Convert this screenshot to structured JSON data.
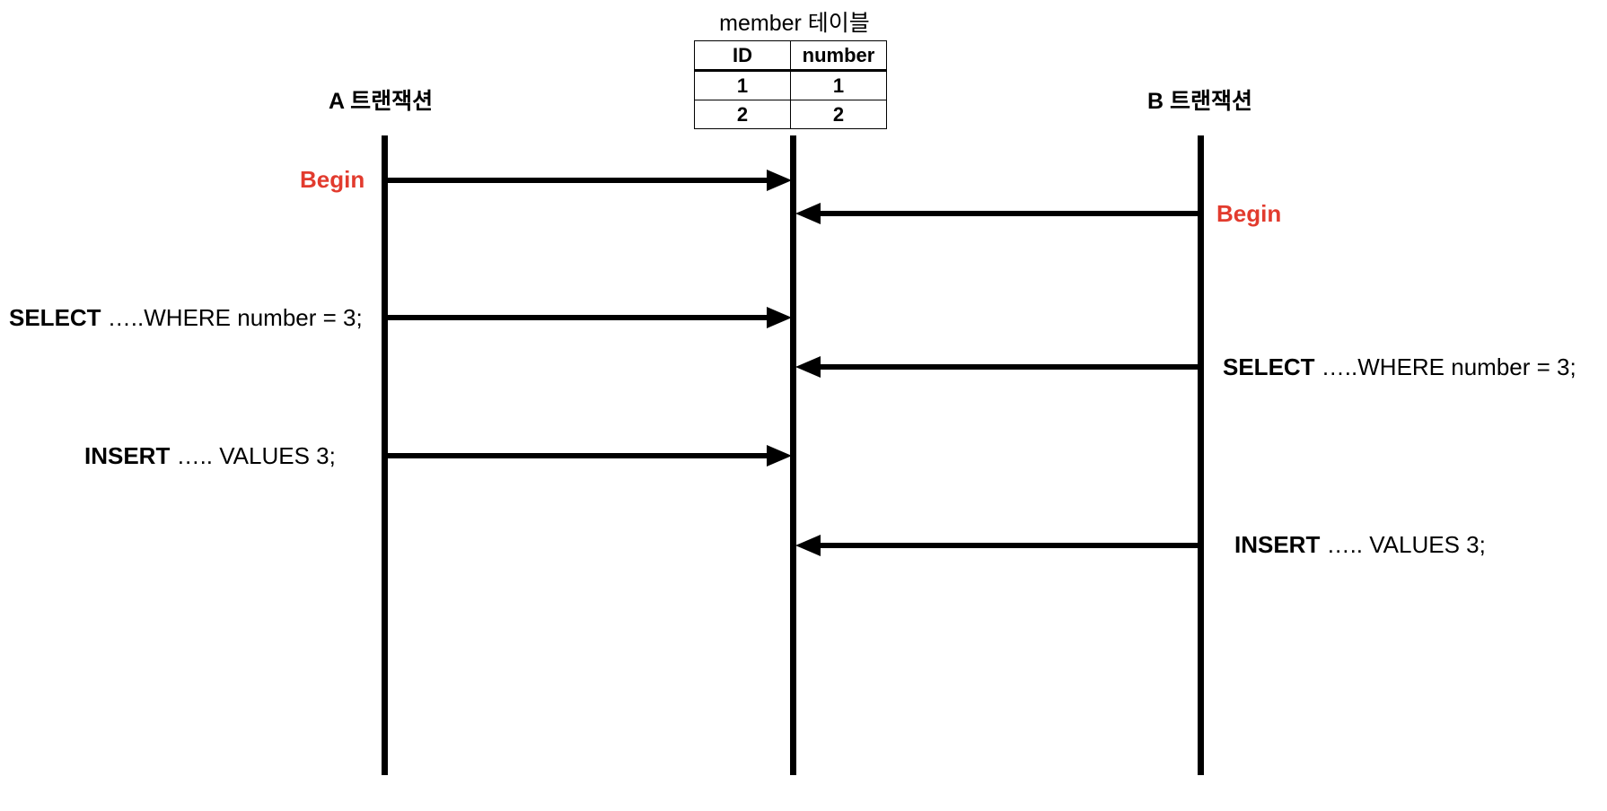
{
  "table": {
    "caption": "member 테이블",
    "headers": [
      "ID",
      "number"
    ],
    "rows": [
      [
        "1",
        "1"
      ],
      [
        "2",
        "2"
      ]
    ]
  },
  "lanes": {
    "a_title": "A 트랜잭션",
    "b_title": "B 트랜잭션"
  },
  "messages": {
    "a_begin": "Begin",
    "b_begin": "Begin",
    "a_select_keyword": "SELECT",
    "a_select_rest": " …..WHERE number = 3;",
    "b_select_keyword": "SELECT",
    "b_select_rest": " …..WHERE number = 3;",
    "a_insert_keyword": "INSERT",
    "a_insert_rest": " ….. VALUES 3;",
    "b_insert_keyword": "INSERT",
    "b_insert_rest": " ….. VALUES 3;"
  },
  "colors": {
    "begin": "#e23b2e",
    "line": "#000000",
    "text": "#000000"
  }
}
